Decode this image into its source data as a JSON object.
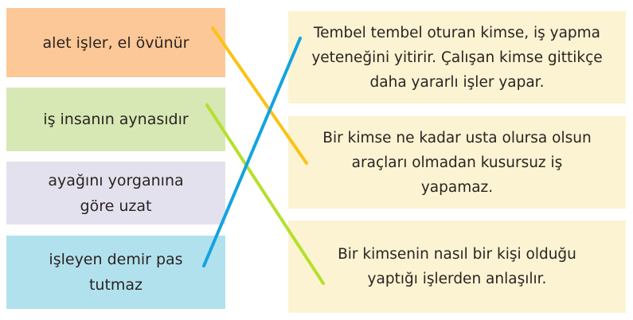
{
  "left_items": [
    {
      "text": "alet işler, el övünür",
      "color": "#fdc897"
    },
    {
      "text": "iş insanın aynasıdır",
      "color": "#d7e8b4"
    },
    {
      "text": "ayağını yorganına göre uzat",
      "color": "#e4e1ee"
    },
    {
      "text": "işleyen demir pas tutmaz",
      "color": "#b2e1ee"
    }
  ],
  "right_items": [
    {
      "text": "Tembel tembel oturan kimse, iş yapma yeteneğini yitirir. Çalışan kimse gittikçe daha yararlı işler yapar."
    },
    {
      "text": "Bir kimse ne kadar usta olursa olsun araçları olmadan kusursuz iş yapamaz."
    },
    {
      "text": "Bir kimsenin nasıl bir kişi olduğu yaptığı işlerden anlaşılır."
    }
  ],
  "connections": [
    {
      "from": "alet işler, el övünür",
      "to": "Bir kimse ne kadar usta olursa olsun araçları olmadan kusursuz iş yapamaz.",
      "color": "#fbc216"
    },
    {
      "from": "iş insanın aynasıdır",
      "to": "Bir kimsenin nasıl bir kişi olduğu yaptığı işlerden anlaşılır.",
      "color": "#b5e02b"
    },
    {
      "from": "işleyen demir pas tutmaz",
      "to": "Tembel tembel oturan kimse, iş yapma yeteneğini yitirir. Çalışan kimse gittikçe daha yararlı işler yapar.",
      "color": "#14a3e0"
    }
  ]
}
